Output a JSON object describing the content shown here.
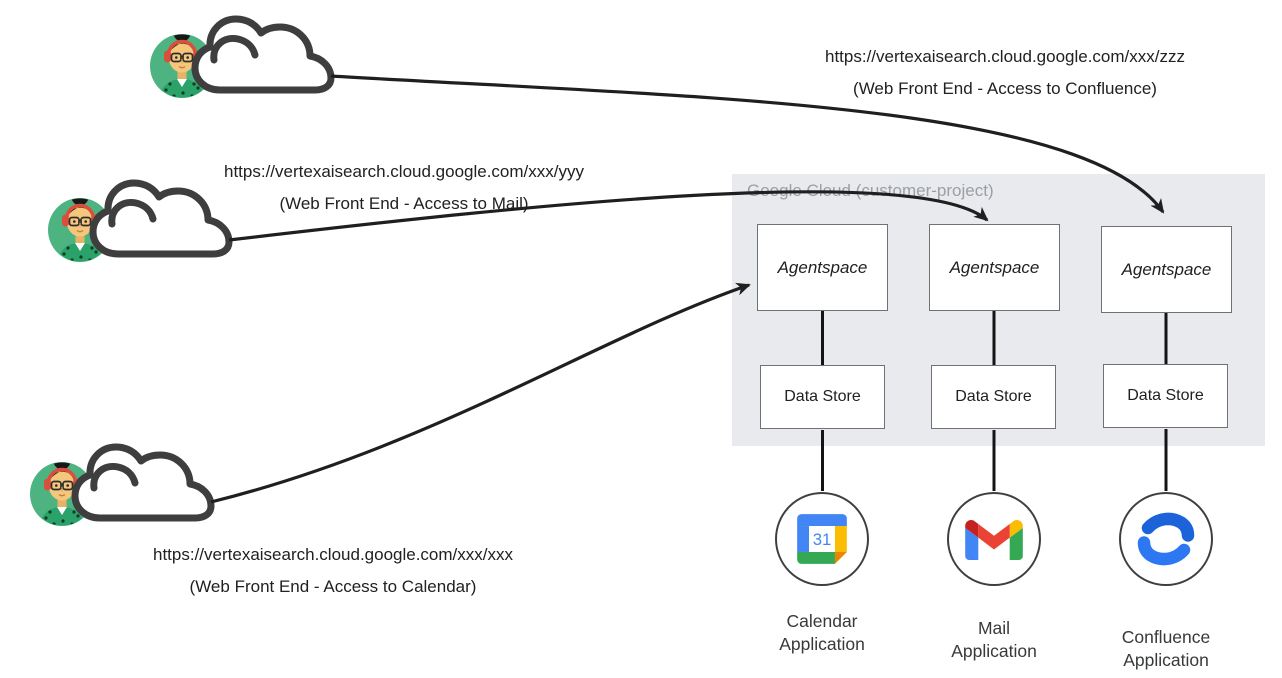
{
  "users": [
    {
      "id": "user-top",
      "url": "https://vertexaisearch.cloud.google.com/xxx/zzz",
      "caption": "(Web Front End - Access to Confluence)"
    },
    {
      "id": "user-middle",
      "url": "https://vertexaisearch.cloud.google.com/xxx/yyy",
      "caption": "(Web Front End - Access to Mail)"
    },
    {
      "id": "user-bottom",
      "url": "https://vertexaisearch.cloud.google.com/xxx/xxx",
      "caption": "(Web Front End - Access to Calendar)"
    }
  ],
  "panel": {
    "title": "Google Cloud (customer-project)"
  },
  "columns": [
    {
      "service": "Agentspace",
      "datastore": "Data Store",
      "app_line1": "Calendar",
      "app_line2": "Application",
      "icon": "google-calendar-icon",
      "calendar_day": "31"
    },
    {
      "service": "Agentspace",
      "datastore": "Data Store",
      "app_line1": "Mail",
      "app_line2": "Application",
      "icon": "gmail-icon"
    },
    {
      "service": "Agentspace",
      "datastore": "Data Store",
      "app_line1": "Confluence",
      "app_line2": "Application",
      "icon": "confluence-icon"
    }
  ],
  "colors": {
    "panel_bg": "#e8eaed",
    "panel_title": "#9aa0a6",
    "arrow": "#1f1f1f",
    "box_border": "#6e7276",
    "google_blue": "#4285f4",
    "google_red": "#ea4335",
    "google_dark_red": "#c5221f",
    "google_yellow": "#fbbc04",
    "google_green": "#34a853",
    "calendar_fold": "#ea8600",
    "confluence_blue_dark": "#1c63d9",
    "confluence_blue_light": "#2e77f2",
    "avatar_circle_green": "#4db381",
    "cloud_outline": "#3e3e3e"
  }
}
